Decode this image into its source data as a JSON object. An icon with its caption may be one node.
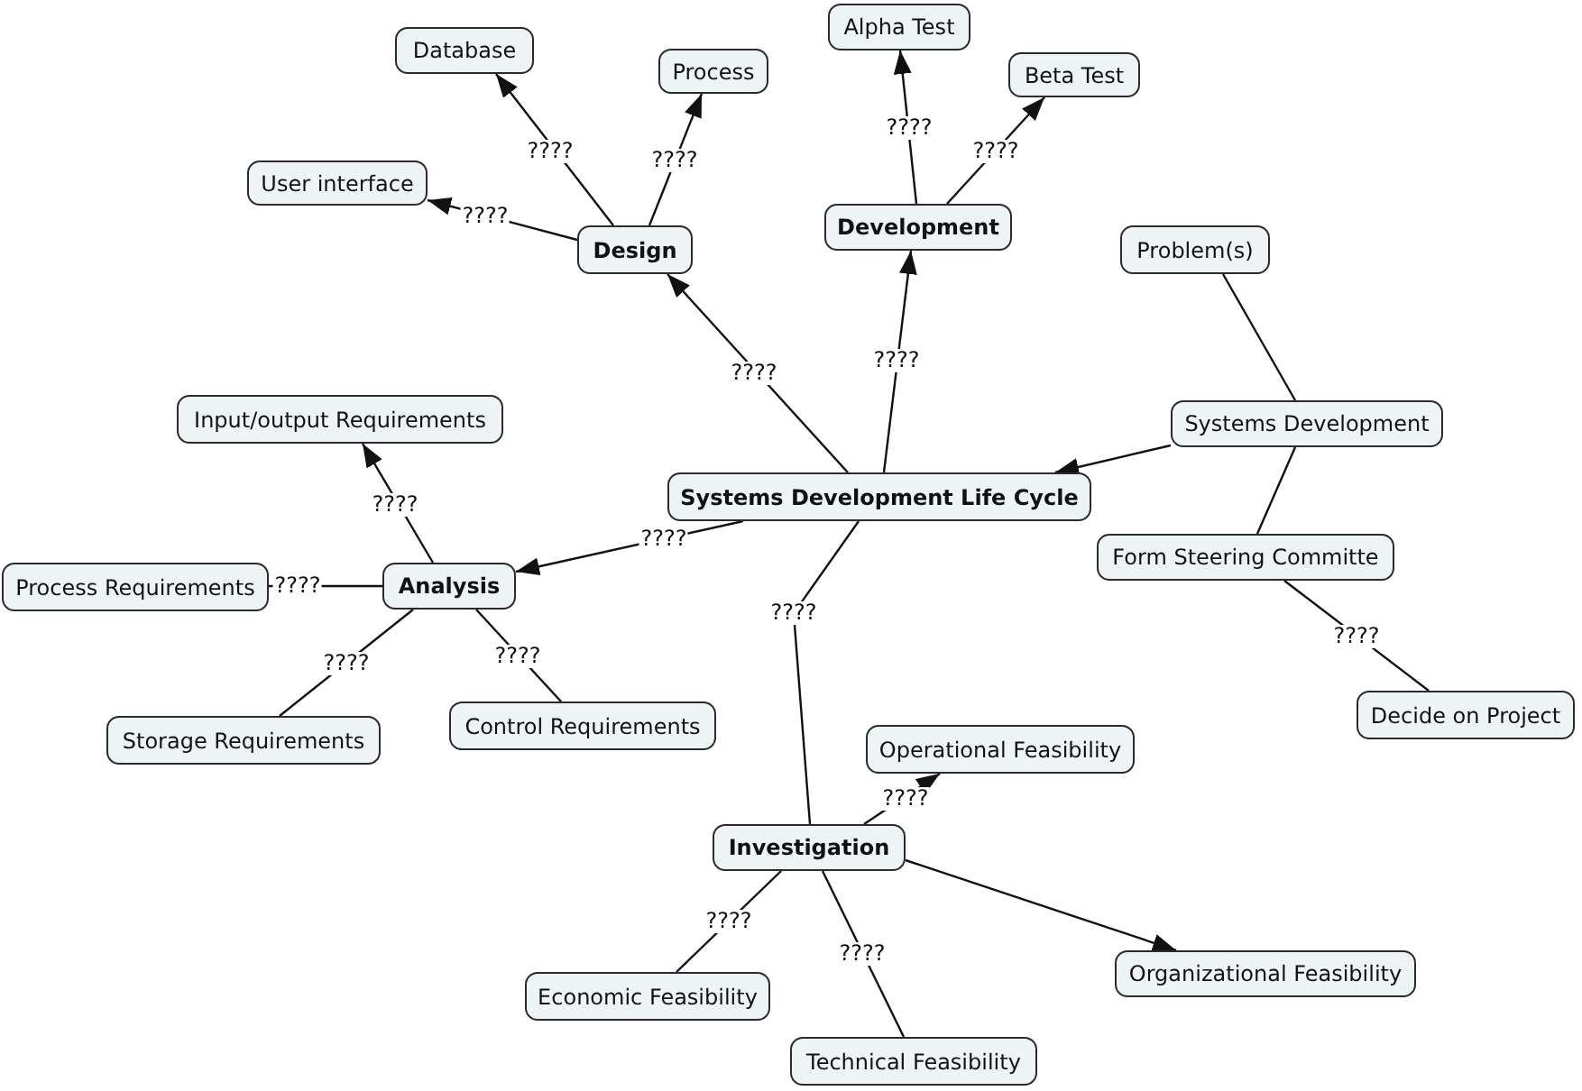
{
  "diagram": {
    "nodes": [
      {
        "text": [
          "Systems Development Life Cycle"
        ]
      },
      {
        "text": [
          "Design"
        ]
      },
      {
        "text": [
          "Database"
        ]
      },
      {
        "text": [
          "Process"
        ]
      },
      {
        "text": [
          "User interface"
        ]
      },
      {
        "text": [
          "Development"
        ]
      },
      {
        "text": [
          "Alpha Test"
        ]
      },
      {
        "text": [
          "Beta Test"
        ]
      },
      {
        "text": [
          "Problem(s)"
        ]
      },
      {
        "text": [
          "Systems Development"
        ]
      },
      {
        "text": [
          "Form Steering Committe"
        ]
      },
      {
        "text": [
          "Decide on Project"
        ]
      },
      {
        "text": [
          "Analysis"
        ]
      },
      {
        "text": [
          "Input/output Requirements"
        ]
      },
      {
        "text": [
          "Process Requirements"
        ]
      },
      {
        "text": [
          "Storage Requirements"
        ]
      },
      {
        "text": [
          "Control Requirements"
        ]
      },
      {
        "text": [
          "Investigation"
        ]
      },
      {
        "text": [
          "Operational Feasibility"
        ]
      },
      {
        "text": [
          "Economic Feasibility"
        ]
      },
      {
        "text": [
          "Technical Feasibility"
        ]
      },
      {
        "text": [
          "Organizational Feasibility"
        ]
      }
    ],
    "edges": [
      {
        "from": 0,
        "to": 1,
        "arrow": "to",
        "label": "????"
      },
      {
        "from": 0,
        "to": 5,
        "arrow": "to",
        "label": "????"
      },
      {
        "from": 0,
        "to": 12,
        "arrow": "to",
        "label": "????"
      },
      {
        "from": 0,
        "to": 17,
        "arrow": "none",
        "label": "????"
      },
      {
        "from": 9,
        "to": 0,
        "arrow": "to"
      },
      {
        "from": 8,
        "to": 9,
        "arrow": "none"
      },
      {
        "from": 9,
        "to": 10,
        "arrow": "none"
      },
      {
        "from": 10,
        "to": 11,
        "arrow": "none",
        "label": "????"
      },
      {
        "from": 1,
        "to": 2,
        "arrow": "to",
        "label": "????"
      },
      {
        "from": 1,
        "to": 3,
        "arrow": "to",
        "label": "????"
      },
      {
        "from": 1,
        "to": 4,
        "arrow": "to",
        "label": "????"
      },
      {
        "from": 5,
        "to": 6,
        "arrow": "to",
        "label": "????"
      },
      {
        "from": 5,
        "to": 7,
        "arrow": "to",
        "label": "????"
      },
      {
        "from": 12,
        "to": 13,
        "arrow": "to",
        "label": "????"
      },
      {
        "from": 12,
        "to": 14,
        "arrow": "none",
        "label": "????"
      },
      {
        "from": 12,
        "to": 15,
        "arrow": "none",
        "label": "????"
      },
      {
        "from": 12,
        "to": 16,
        "arrow": "none",
        "label": "????"
      },
      {
        "from": 17,
        "to": 18,
        "arrow": "to",
        "label": "????"
      },
      {
        "from": 17,
        "to": 19,
        "arrow": "none",
        "label": "????"
      },
      {
        "from": 17,
        "to": 20,
        "arrow": "none",
        "label": "????"
      },
      {
        "from": 17,
        "to": 21,
        "arrow": "to"
      }
    ]
  }
}
